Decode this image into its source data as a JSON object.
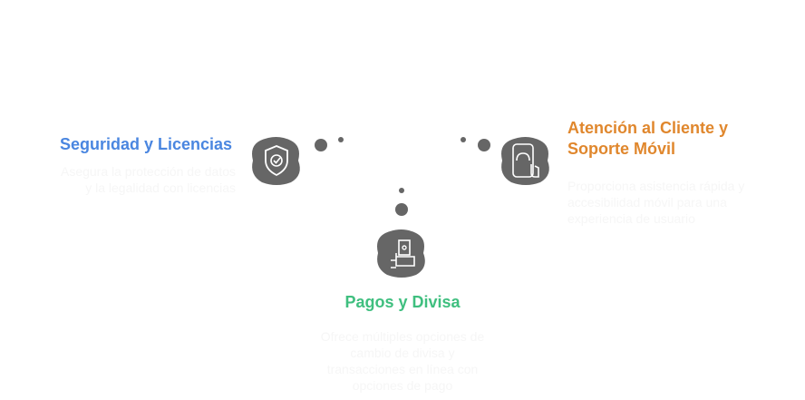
{
  "colors": {
    "security": "#4a86e0",
    "support": "#e0872d",
    "payments": "#3fbf7f",
    "blob": "#666666"
  },
  "nodes": [
    {
      "title": "Seguridad y Licencias",
      "description": "Asegura la protección de datos y la legalidad con licencias",
      "icon": "shield-check-icon"
    },
    {
      "title": "Atención al Cliente y Soporte Móvil",
      "description": "Proporciona asistencia rápida y accesibilidad móvil para una experiencia de usuario",
      "icon": "phone-headset-icon"
    },
    {
      "title": "Pagos y Divisa",
      "description": "Ofrece múltiples opciones de cambio de divisa y transacciones en línea con opciones de pago",
      "icon": "hand-money-icon"
    }
  ]
}
